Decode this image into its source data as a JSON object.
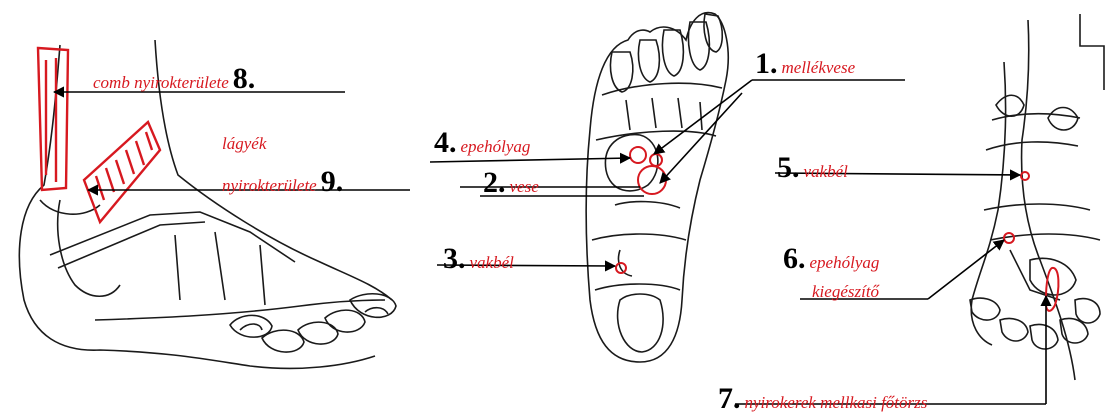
{
  "colors": {
    "outline": "#1a1a1a",
    "highlight": "#d71920",
    "text": "#000000"
  },
  "labels": [
    {
      "id": "1",
      "number": "1.",
      "term": "mellékvese"
    },
    {
      "id": "2",
      "number": "2.",
      "term": "vese"
    },
    {
      "id": "3",
      "number": "3.",
      "term": "vakbél"
    },
    {
      "id": "4",
      "number": "4.",
      "term": "epehólyag"
    },
    {
      "id": "5",
      "number": "5.",
      "term": "vakbél"
    },
    {
      "id": "6",
      "number": "6.",
      "term": "epehólyag"
    },
    {
      "id": "6b",
      "number": "",
      "term": "kiegészítő"
    },
    {
      "id": "7",
      "number": "7.",
      "term": "nyirokerek mellkasi főtörzs"
    },
    {
      "id": "8",
      "number": "8.",
      "term": "comb nyirokterülete"
    },
    {
      "id": "9a",
      "number": "",
      "term": "lágyék"
    },
    {
      "id": "9",
      "number": "9.",
      "term": "nyirokterülete"
    }
  ]
}
